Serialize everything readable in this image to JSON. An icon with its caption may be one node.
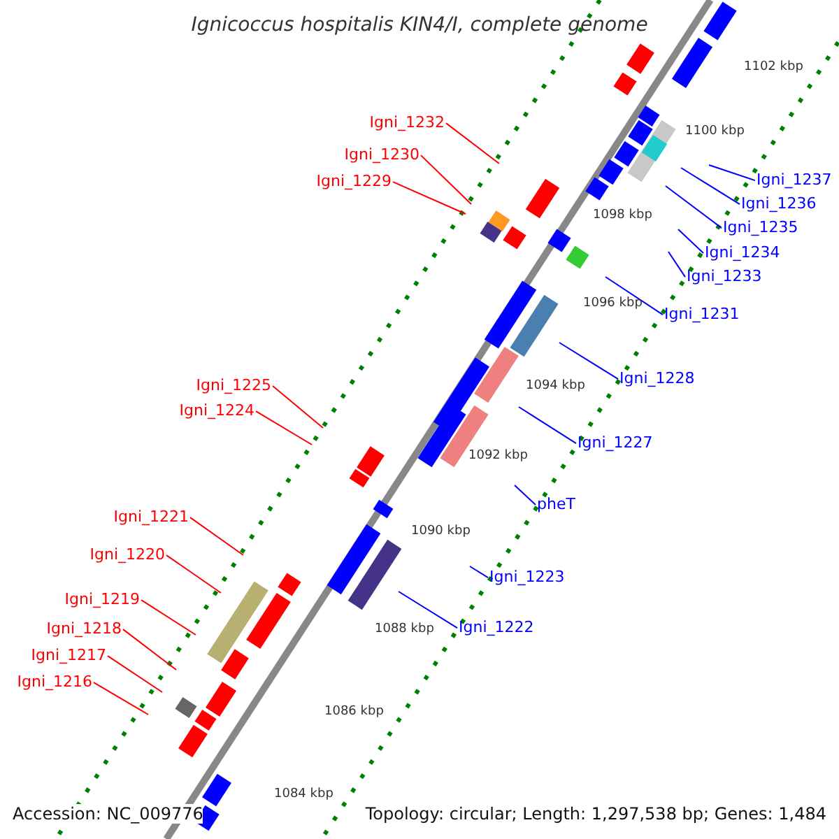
{
  "diagram": {
    "title": "Ignicoccus hospitalis KIN4/I, complete genome",
    "nodes": [
      {
        "text": [
          "Igni_1232"
        ]
      },
      {
        "text": [
          "Igni_1230"
        ]
      },
      {
        "text": [
          "Igni_1229"
        ]
      },
      {
        "text": [
          "Igni_1237"
        ]
      },
      {
        "text": [
          "Igni_1236"
        ]
      },
      {
        "text": [
          "Igni_1235"
        ]
      },
      {
        "text": [
          "Igni_1234"
        ]
      },
      {
        "text": [
          "Igni_1233"
        ]
      },
      {
        "text": [
          "Igni_1231"
        ]
      },
      {
        "text": [
          "Igni_1228"
        ]
      },
      {
        "text": [
          "Igni_1225"
        ]
      },
      {
        "text": [
          "Igni_1224"
        ]
      },
      {
        "text": [
          "Igni_1227"
        ]
      },
      {
        "text": [
          "pheT"
        ]
      },
      {
        "text": [
          "Igni_1221"
        ]
      },
      {
        "text": [
          "Igni_1220"
        ]
      },
      {
        "text": [
          "Igni_1223"
        ]
      },
      {
        "text": [
          "Igni_1219"
        ]
      },
      {
        "text": [
          "Igni_1222"
        ]
      },
      {
        "text": [
          "Igni_1218"
        ]
      },
      {
        "text": [
          "Igni_1217"
        ]
      },
      {
        "text": [
          "Igni_1216"
        ]
      }
    ],
    "edges": [
      {
        "from": 0,
        "to": null,
        "arrow": "none"
      },
      {
        "from": 1,
        "to": null,
        "arrow": "none"
      },
      {
        "from": 2,
        "to": null,
        "arrow": "none"
      },
      {
        "from": 3,
        "to": null,
        "arrow": "none",
        "color": "#0000ff"
      },
      {
        "from": 4,
        "to": null,
        "arrow": "none",
        "color": "#0000ff"
      },
      {
        "from": 5,
        "to": null,
        "arrow": "none",
        "color": "#0000ff"
      },
      {
        "from": 6,
        "to": null,
        "arrow": "none",
        "color": "#0000ff"
      },
      {
        "from": 7,
        "to": null,
        "arrow": "none",
        "color": "#0000ff"
      },
      {
        "from": 8,
        "to": null,
        "arrow": "none",
        "color": "#0000ff"
      },
      {
        "from": 9,
        "to": null,
        "arrow": "none",
        "color": "#0000ff"
      },
      {
        "from": 10,
        "to": null,
        "arrow": "none"
      },
      {
        "from": 11,
        "to": null,
        "arrow": "none"
      },
      {
        "from": 12,
        "to": null,
        "arrow": "none",
        "color": "#0000ff"
      },
      {
        "from": 13,
        "to": null,
        "arrow": "none",
        "color": "#0000ff"
      },
      {
        "from": 14,
        "to": null,
        "arrow": "none"
      },
      {
        "from": 15,
        "to": null,
        "arrow": "none"
      },
      {
        "from": 16,
        "to": null,
        "arrow": "none",
        "color": "#0000ff"
      },
      {
        "from": 17,
        "to": null,
        "arrow": "none"
      },
      {
        "from": 18,
        "to": null,
        "arrow": "none",
        "color": "#0000ff"
      },
      {
        "from": 19,
        "to": null,
        "arrow": "none"
      },
      {
        "from": 20,
        "to": null,
        "arrow": "none"
      },
      {
        "from": 21,
        "to": null,
        "arrow": "none"
      }
    ],
    "labels": [
      "1102 kbp",
      "1100 kbp",
      "1098 kbp",
      "1096 kbp",
      "1094 kbp",
      "1092 kbp",
      "1090 kbp",
      "1088 kbp",
      "1086 kbp",
      "1084 kbp",
      "Accession: NC_009776",
      "Topology: circular; Length: 1,297,538 bp; Genes: 1,484"
    ]
  }
}
